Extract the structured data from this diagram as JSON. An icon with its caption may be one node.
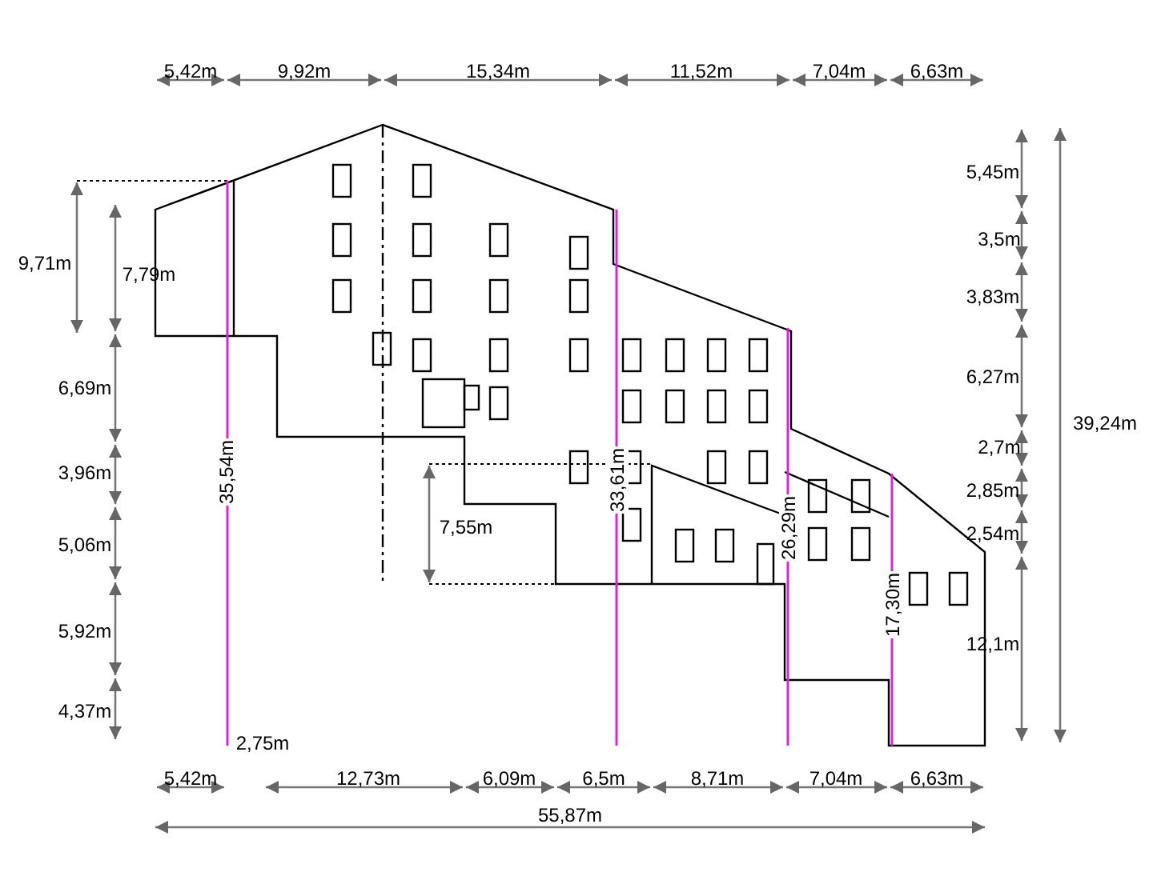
{
  "diagram": {
    "labels": [
      "5,42m",
      "9,92m",
      "15,34m",
      "11,52m",
      "7,04m",
      "6,63m",
      "5,45m",
      "3,5m",
      "3,83m",
      "6,27m",
      "39,24m",
      "2,7m",
      "2,85m",
      "2,54m",
      "9,71m",
      "7,79m",
      "6,69m",
      "3,96m",
      "35,54m",
      "7,55m",
      "33,61m",
      "26,29m",
      "5,06m",
      "17,30m",
      "12,1m",
      "5,92m",
      "4,37m",
      "2,75m",
      "5,42m",
      "12,73m",
      "6,09m",
      "6,5m",
      "8,71m",
      "7,04m",
      "6,63m",
      "55,87m"
    ]
  }
}
